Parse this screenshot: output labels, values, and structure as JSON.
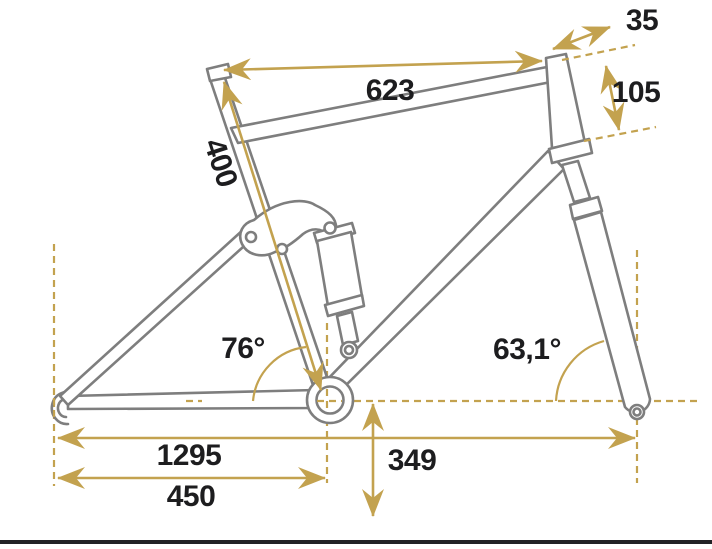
{
  "diagram": {
    "type": "bicycle-frame-geometry",
    "colors": {
      "dimension_gold": "#c3a24f",
      "frame_gray": "#7e7e7e",
      "label_text": "#1d1d1f",
      "background": "#ffffff",
      "bottom_rule": "#222226"
    },
    "measurements": {
      "top_tube": {
        "value": "623"
      },
      "seat_tube": {
        "value": "400"
      },
      "head_tube_offset": {
        "value": "35"
      },
      "head_tube": {
        "value": "105"
      },
      "seat_tube_angle": {
        "value": "76°"
      },
      "head_tube_angle": {
        "value": "63,1°"
      },
      "wheelbase": {
        "value": "1295"
      },
      "chainstay": {
        "value": "450"
      },
      "bb_drop_height": {
        "value": "349"
      }
    }
  }
}
